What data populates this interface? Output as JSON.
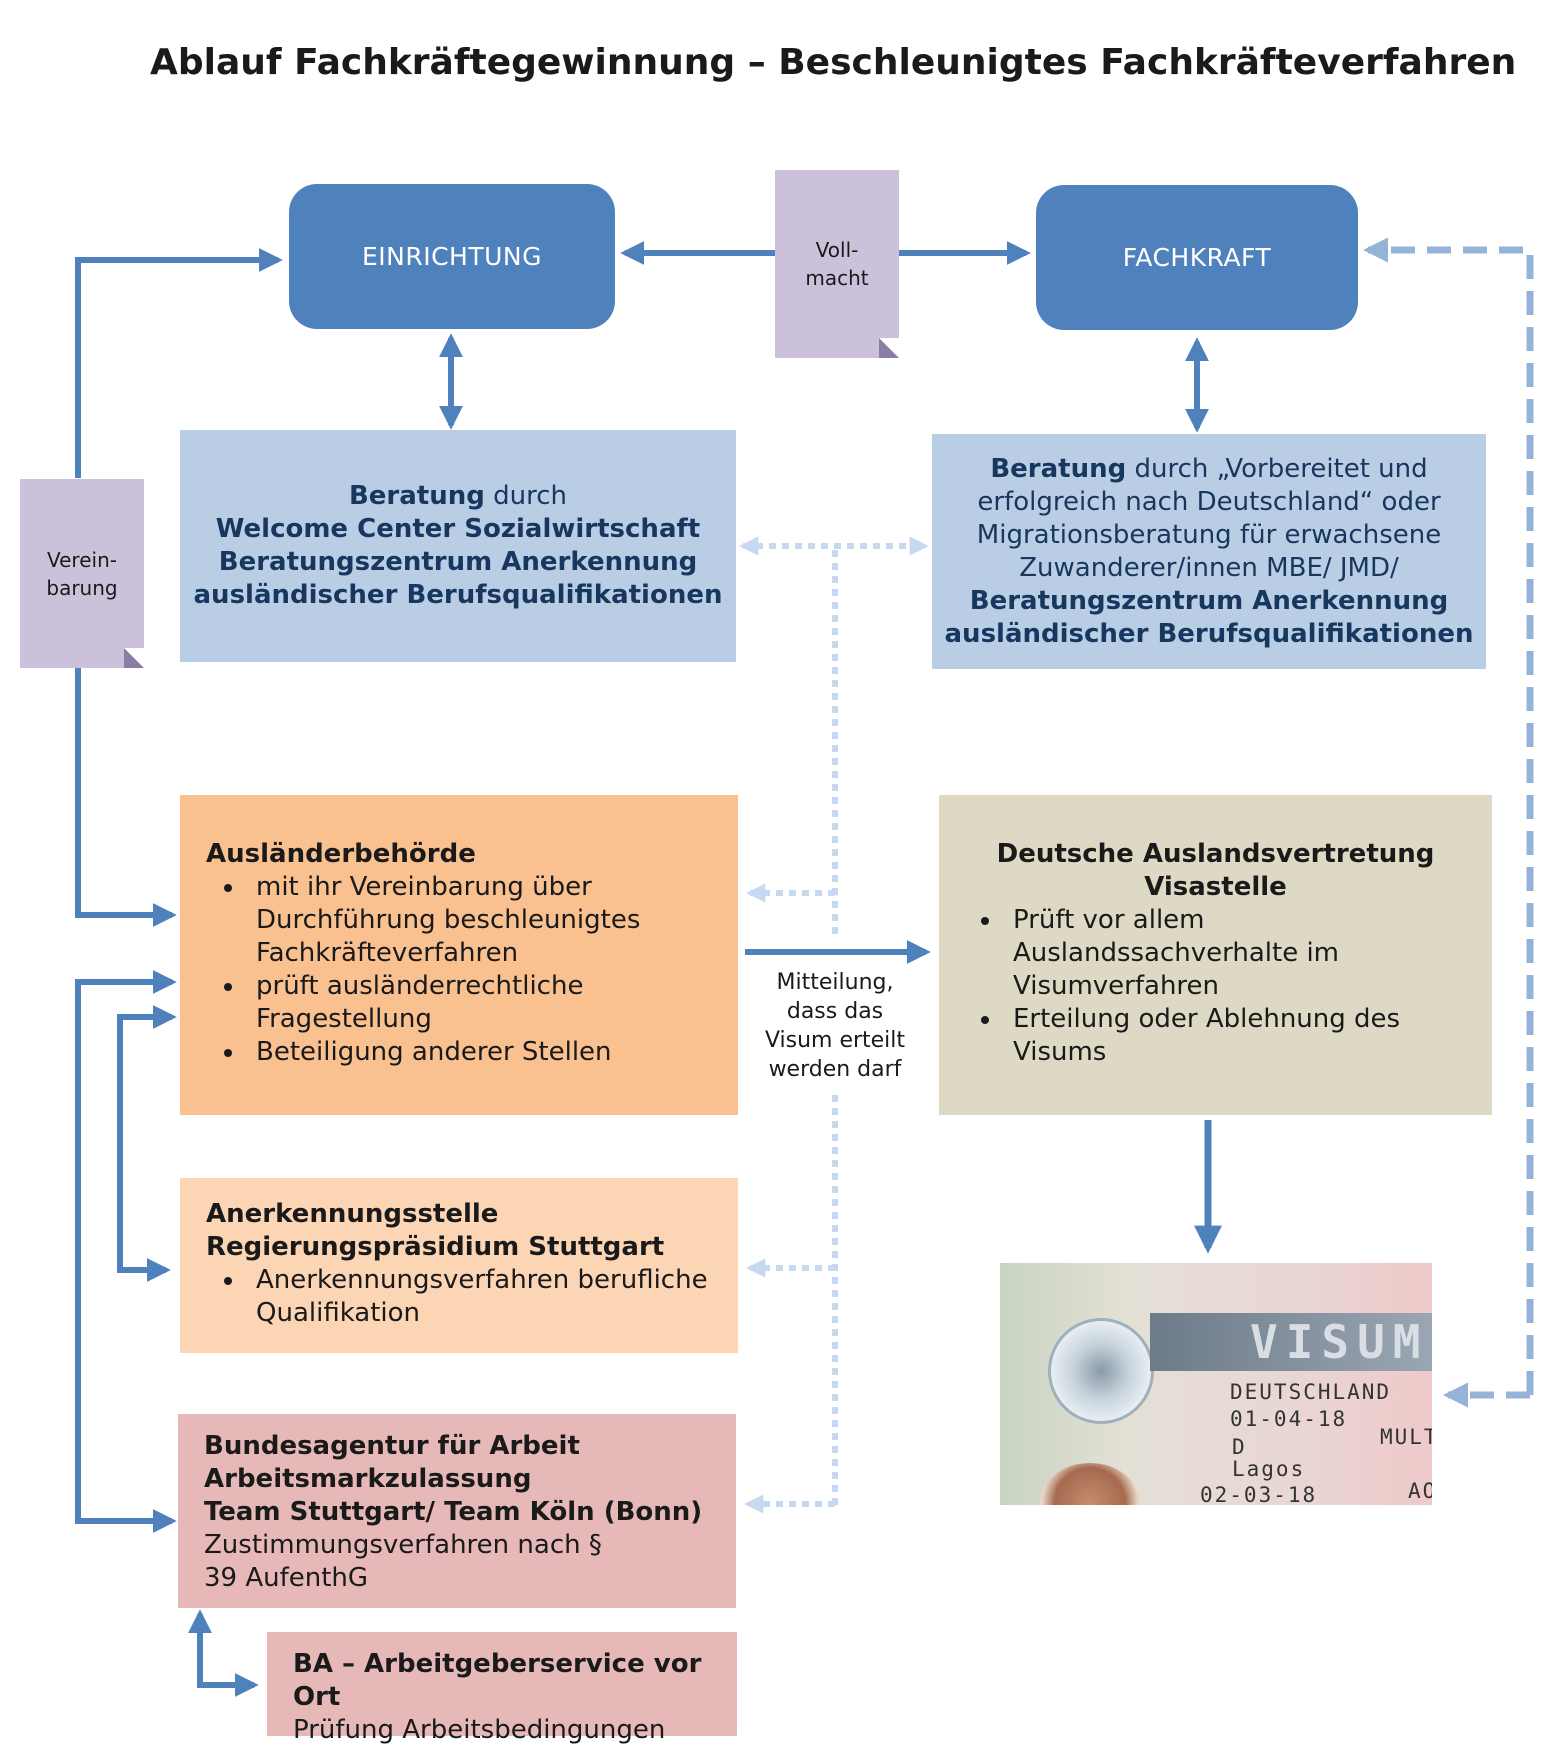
{
  "title": "Ablauf Fachkräftegewinnung – Beschleunigtes Fachkräfteverfahren",
  "colors": {
    "primary": "#4f81bd",
    "beratung": "#b9cde5",
    "auslaenderbehoerde": "#f9c090",
    "anerkennung": "#fcd5b5",
    "bundesagentur": "#e6b9b8",
    "visastelle": "#ddd9c4",
    "note": "#ccc1da"
  },
  "nodes": {
    "einrichtung": "EINRICHTUNG",
    "fachkraft": "FACHKRAFT"
  },
  "notes": {
    "vollmacht": [
      "Voll-",
      "macht"
    ],
    "vereinbarung": [
      "Verein-",
      "barung"
    ]
  },
  "beratung_left": {
    "line1_bold": "Beratung",
    "line1_rest": " durch",
    "line2": "Welcome Center Sozialwirtschaft",
    "line3": "Beratungszentrum Anerkennung",
    "line4": "ausländischer Berufsqualifikationen"
  },
  "beratung_right": {
    "line1_bold": "Beratung",
    "line1_rest": " durch „Vorbereitet und",
    "line2": "erfolgreich nach Deutschland“ oder",
    "line3": "Migrationsberatung für erwachsene",
    "line4": "Zuwanderer/innen MBE/ JMD/",
    "line5": "Beratungszentrum Anerkennung",
    "line6": "ausländischer Berufsqualifikationen"
  },
  "auslaenderbehoerde": {
    "heading": "Ausländerbehörde",
    "bullets": [
      "mit ihr Vereinbarung über Durchführung beschleunigtes Fachkräfteverfahren",
      "prüft ausländerrechtliche Fragestellung",
      "Beteiligung anderer Stellen"
    ]
  },
  "visastelle": {
    "heading1": "Deutsche Auslandsvertretung",
    "heading2": "Visastelle",
    "bullets": [
      "Prüft vor allem Auslandssachverhalte im Visumverfahren",
      "Erteilung oder Ablehnung des Visums"
    ]
  },
  "anerkennung": {
    "heading1": "Anerkennungsstelle",
    "heading2": "Regierungspräsidium Stuttgart",
    "bullets": [
      "Anerkennungsverfahren berufliche Qualifikation"
    ]
  },
  "bundesagentur": {
    "heading1": "Bundesagentur für Arbeit",
    "heading2": "Arbeitsmarkzulassung",
    "heading3": "Team Stuttgart/ Team Köln (Bonn)",
    "text": "Zustimmungsverfahren nach § 39 AufenthG"
  },
  "ba_vor_ort": {
    "heading": "BA – Arbeitgeberservice vor Ort",
    "text": "Prüfung Arbeitsbedingungen"
  },
  "mitteilung": [
    "Mitteilung,",
    "dass das",
    "Visum erteilt",
    "werden darf"
  ],
  "visa_image": {
    "word": "VISUM",
    "country": "DEUTSCHLAND",
    "date1": "01-04-18",
    "type": "D",
    "entries": "MULT",
    "place": "Lagos",
    "date2": "02-03-18",
    "code": "AO"
  }
}
